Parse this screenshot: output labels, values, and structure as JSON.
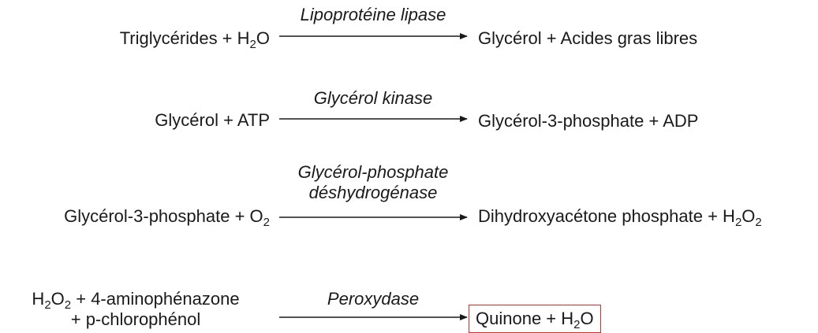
{
  "reactions": [
    {
      "reactants": [
        "Triglycérides + H",
        "2",
        "O"
      ],
      "enzyme": [
        "Lipoprotéine lipase"
      ],
      "products": [
        "Glycérol + Acides gras libres"
      ]
    },
    {
      "reactants": [
        "Glycérol + ATP"
      ],
      "enzyme": [
        "Glycérol kinase"
      ],
      "products": [
        "Glycérol-3-phosphate + ADP"
      ]
    },
    {
      "reactants": [
        "Glycérol-3-phosphate + O",
        "2"
      ],
      "enzyme": [
        "Glycérol-phosphate",
        "déshydrogénase"
      ],
      "products": [
        "Dihydroxyacétone phosphate + H",
        "2",
        "O",
        "2"
      ]
    },
    {
      "reactants": [
        "H",
        "2",
        "O",
        "2",
        " + 4-aminophénazone",
        "+ p-chlorophénol"
      ],
      "enzyme": [
        "Peroxydase"
      ],
      "products": [
        "Quinone + H",
        "2",
        "O"
      ]
    }
  ],
  "highlight_color": "#d62c2c"
}
